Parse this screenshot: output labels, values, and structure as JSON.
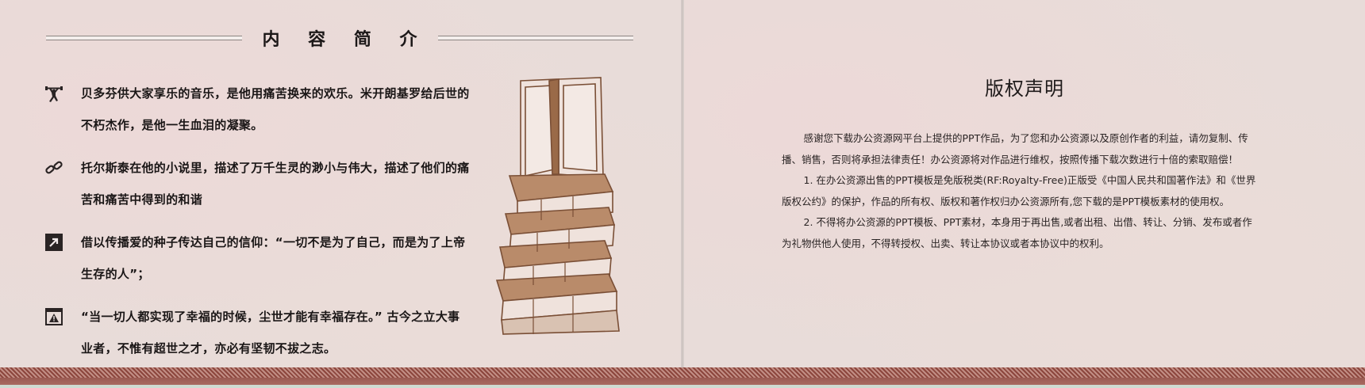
{
  "left_slide": {
    "title": "内 容 简 介",
    "items": [
      {
        "icon": "weightlifter-icon",
        "text": "贝多芬供大家享乐的音乐，是他用痛苦换来的欢乐。米开朗基罗给后世的不朽杰作，是他一生血泪的凝聚。"
      },
      {
        "icon": "chain-link-icon",
        "text": "托尔斯泰在他的小说里，描述了万千生灵的渺小与伟大，描述了他们的痛苦和痛苦中得到的和谐"
      },
      {
        "icon": "arrow-up-right-icon",
        "text": "借以传播爱的种子传达自己的信仰：“一切不是为了自己，而是为了上帝生存的人”；"
      },
      {
        "icon": "warning-window-icon",
        "text": "“当一切人都实现了幸福的时候，尘世才能有幸福存在。” 古今之立大事业者，不惟有超世之才，亦必有坚韧不拔之志。"
      }
    ],
    "illustration": "stacked-books-illustration"
  },
  "right_slide": {
    "title": "版权声明",
    "paragraphs": [
      "感谢您下载办公资源网平台上提供的PPT作品，为了您和办公资源以及原创作者的利益，请勿复制、传播、销售，否则将承担法律责任！办公资源将对作品进行维权，按照传播下载次数进行十倍的索取赔偿！",
      "1. 在办公资源出售的PPT模板是免版税类(RF:Royalty-Free)正版受《中国人民共和国著作法》和《世界版权公约》的保护，作品的所有权、版权和著作权归办公资源所有,您下载的是PPT模板素材的使用权。",
      "2. 不得将办公资源的PPT模板、PPT素材，本身用于再出售,或者出租、出借、转让、分销、发布或者作为礼物供他人使用，不得转授权、出卖、转让本协议或者本协议中的权利。"
    ]
  },
  "colors": {
    "background": "#e8dcd9",
    "text": "#1a1616",
    "illustration_brown": "#8a5a3a",
    "footer_band": "#8a4a44",
    "footer_strip": "#cfdcd2"
  }
}
